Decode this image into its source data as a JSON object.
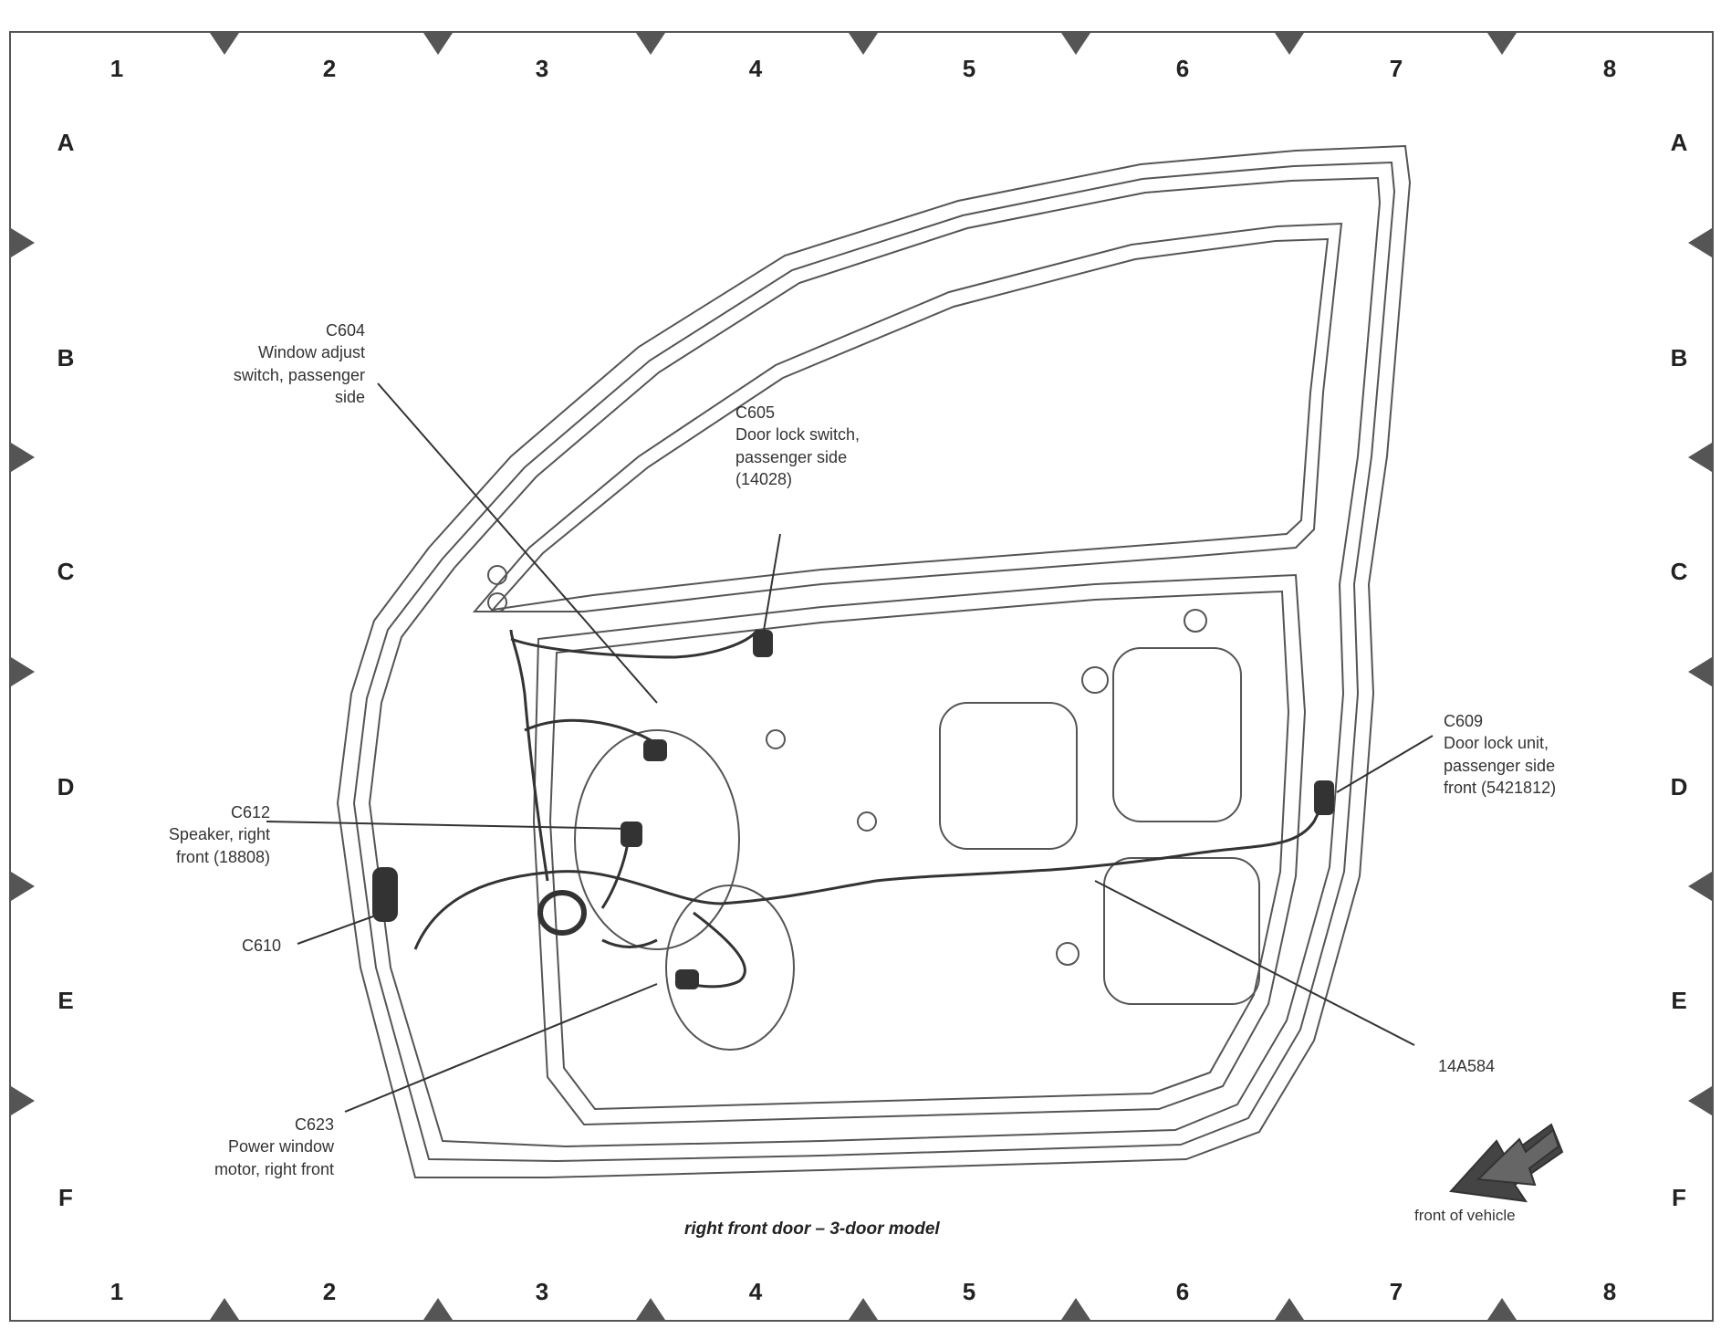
{
  "grid": {
    "columns": [
      "1",
      "2",
      "3",
      "4",
      "5",
      "6",
      "7",
      "8"
    ],
    "rows": [
      "A",
      "B",
      "C",
      "D",
      "E",
      "F"
    ]
  },
  "callouts": {
    "c604": [
      "C604",
      "Window adjust",
      "switch, passenger",
      "side"
    ],
    "c605": [
      "C605",
      "Door lock switch,",
      "passenger side",
      "(14028)"
    ],
    "c609": [
      "C609",
      "Door lock unit,",
      "passenger side",
      "front (5421812)"
    ],
    "c612": [
      "C612",
      "Speaker, right",
      "front (18808)"
    ],
    "c610": [
      "C610"
    ],
    "c623": [
      "C623",
      "Power window",
      "motor, right front"
    ],
    "harness": [
      "14A584"
    ]
  },
  "caption": "right front door – 3-door model",
  "front_label": "front of vehicle",
  "colors": {
    "line": "#444444",
    "marker": "#555555",
    "connector": "#333333"
  },
  "icons": [
    "front-direction-arrow-icon",
    "grid-marker-triangle-icon"
  ]
}
